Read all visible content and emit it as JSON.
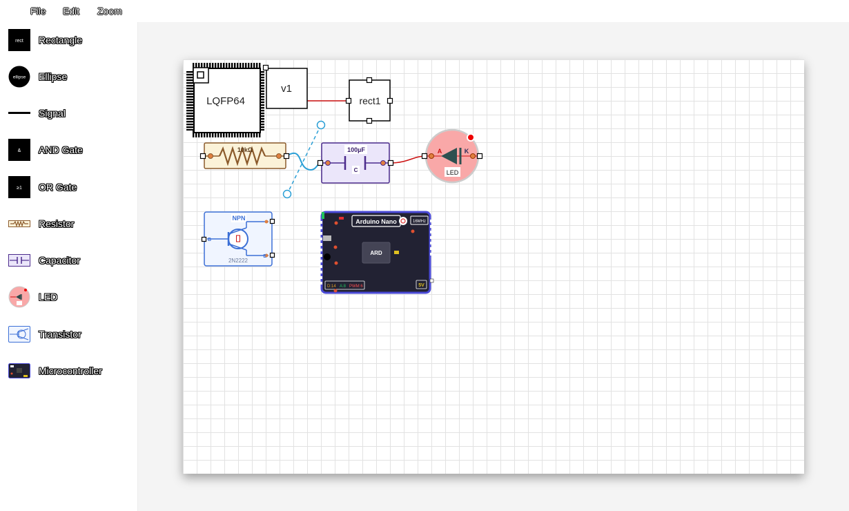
{
  "menu": {
    "file": "File",
    "edit": "Edit",
    "zoom": "Zoom"
  },
  "tools": [
    {
      "label": "Rectangle",
      "icon_text": "rect"
    },
    {
      "label": "Ellipse",
      "icon_text": "ellipse"
    },
    {
      "label": "Signal"
    },
    {
      "label": "AND Gate",
      "icon_text": "&"
    },
    {
      "label": "OR Gate",
      "icon_text": "≥1"
    },
    {
      "label": "Resistor"
    },
    {
      "label": "Capacitor"
    },
    {
      "label": "LED"
    },
    {
      "label": "Transistor"
    },
    {
      "label": "Microcontroller"
    }
  ],
  "components": {
    "lqfp": {
      "label": "LQFP64"
    },
    "v1": {
      "label": "v1"
    },
    "rect1": {
      "label": "rect1"
    },
    "resistor": {
      "value": "10kΩ"
    },
    "capacitor": {
      "value": "100µF",
      "symbol": "C"
    },
    "led": {
      "label": "LED",
      "anode": "A",
      "cathode": "K"
    },
    "transistor": {
      "type": "NPN",
      "part": "2N2222",
      "base": "B",
      "emitter": "E"
    },
    "arduino": {
      "title": "Arduino Nano",
      "clock": "16MHz",
      "core": "ARD",
      "voltage": "5V",
      "pin_d": "D:14",
      "pin_a": "A:8",
      "pin_pwm": "PWM:6"
    }
  },
  "colors": {
    "wire_red": "#cc1111",
    "selection_blue": "#2a9fd6",
    "resistor_body": "#fbf2d8",
    "resistor_border": "#8b5a2b",
    "capacitor_body": "#ebe6fa",
    "capacitor_border": "#4b2a8c",
    "led_fill": "#f9a8a8",
    "transistor_border": "#3b6fd6",
    "arduino_body": "#222233",
    "arduino_border": "#4a4ad6"
  }
}
